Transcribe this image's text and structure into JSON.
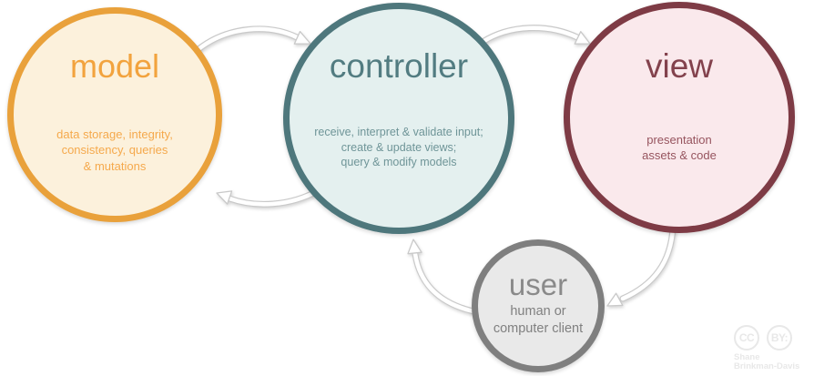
{
  "colors": {
    "background": "#FFFFFF",
    "arrow_fill": "#FFFFFF",
    "arrow_outline": "#C9C9C9"
  },
  "nodes": [
    {
      "id": "model",
      "title": "model",
      "description_lines": [
        "data storage, integrity,",
        "consistency, queries",
        "& mutations"
      ],
      "border_color": "#E9A13B",
      "fill_color": "#FCF1DC",
      "title_color": "#F2A33E",
      "description_color": "#F5A94C"
    },
    {
      "id": "controller",
      "title": "controller",
      "description_lines": [
        "receive, interpret & validate input;",
        "create & update views;",
        "query & modify models"
      ],
      "border_color": "#4E777C",
      "fill_color": "#E4F0EF",
      "title_color": "#527C81",
      "description_color": "#6F9598"
    },
    {
      "id": "view",
      "title": "view",
      "description_lines": [
        "presentation",
        "assets & code"
      ],
      "border_color": "#7E3B45",
      "fill_color": "#FAE9EC",
      "title_color": "#83424D",
      "description_color": "#96545E"
    },
    {
      "id": "user",
      "title": "user",
      "description_lines": [
        "human or",
        "computer client"
      ],
      "border_color": "#7F7F7F",
      "fill_color": "#E9E9E9",
      "title_color": "#8A8A8A",
      "description_color": "#808080"
    }
  ],
  "arrows": [
    {
      "from": "model",
      "to": "controller"
    },
    {
      "from": "controller",
      "to": "model"
    },
    {
      "from": "controller",
      "to": "view"
    },
    {
      "from": "view",
      "to": "user"
    },
    {
      "from": "user",
      "to": "controller"
    }
  ],
  "attribution": {
    "cc_icon": "CC",
    "by_icon": "BY:",
    "author_lines": [
      "Shane",
      "Brinkman-Davis"
    ],
    "color": "#E8E8E8"
  }
}
